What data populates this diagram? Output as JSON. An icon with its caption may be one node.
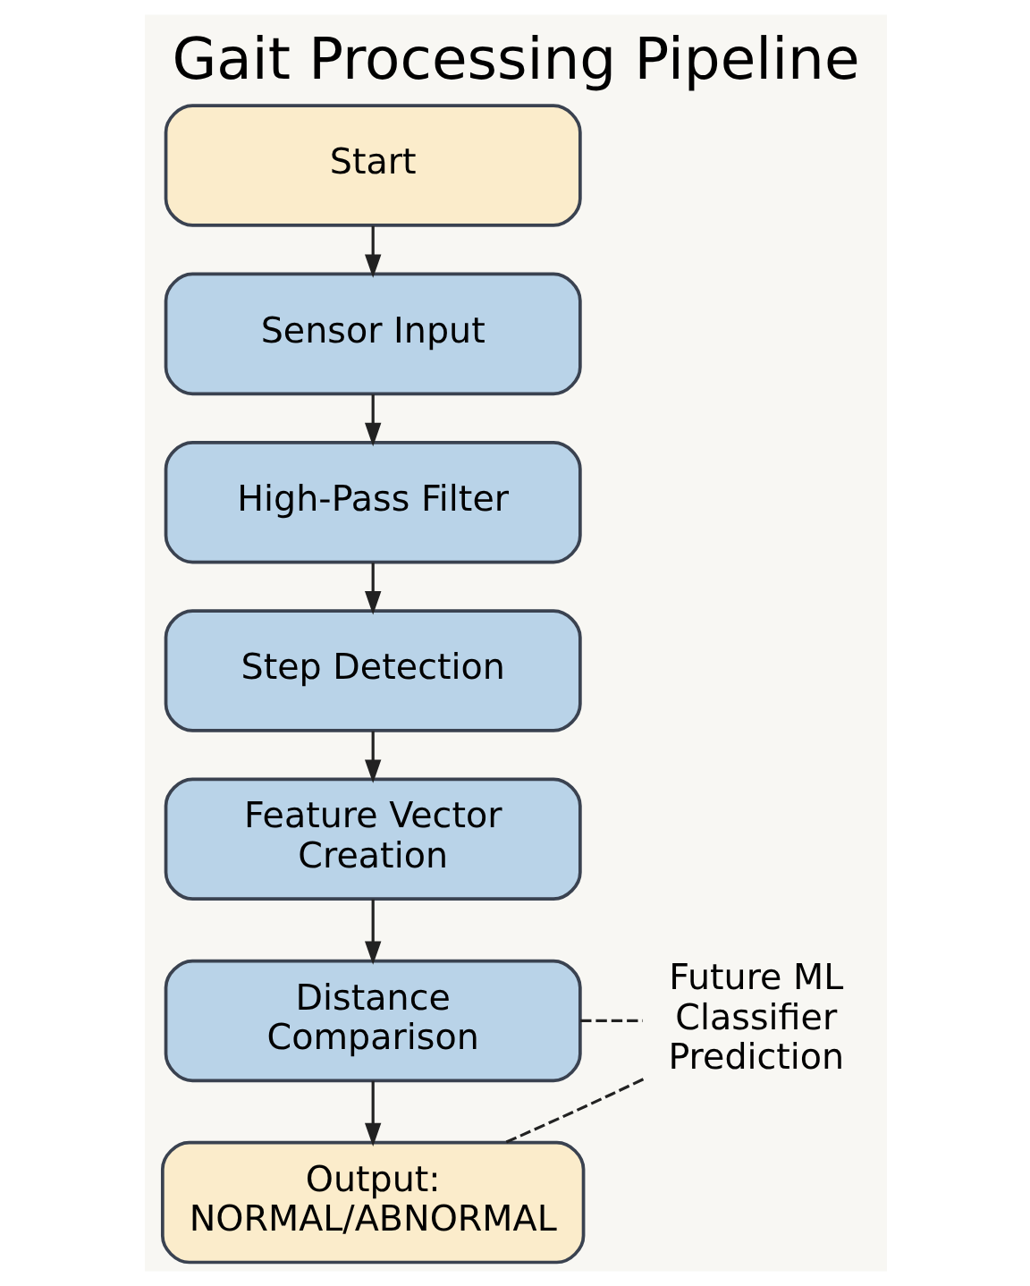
{
  "diagram": {
    "title": "Gait Processing Pipeline",
    "nodes": [
      {
        "text": [
          "Start"
        ]
      },
      {
        "text": [
          "Sensor Input"
        ]
      },
      {
        "text": [
          "High-Pass Filter"
        ]
      },
      {
        "text": [
          "Step Detection"
        ]
      },
      {
        "text": [
          "Feature Vector Creation"
        ]
      },
      {
        "text": [
          "Distance Comparison"
        ]
      },
      {
        "text": [
          "Output:",
          "NORMAL/ABNORMAL"
        ]
      },
      {
        "text": [
          "Future ML Classifier Prediction"
        ]
      }
    ],
    "edges": [
      {
        "from": 0,
        "to": 1,
        "arrow": "to"
      },
      {
        "from": 1,
        "to": 2,
        "arrow": "to"
      },
      {
        "from": 2,
        "to": 3,
        "arrow": "to"
      },
      {
        "from": 3,
        "to": 4,
        "arrow": "to"
      },
      {
        "from": 4,
        "to": 5,
        "arrow": "to"
      },
      {
        "from": 5,
        "to": 6,
        "arrow": "to"
      },
      {
        "from": 5,
        "to": 7,
        "arrow": "none",
        "style": "dashed"
      },
      {
        "from": 7,
        "to": 6,
        "arrow": "none",
        "style": "dashed"
      }
    ]
  }
}
